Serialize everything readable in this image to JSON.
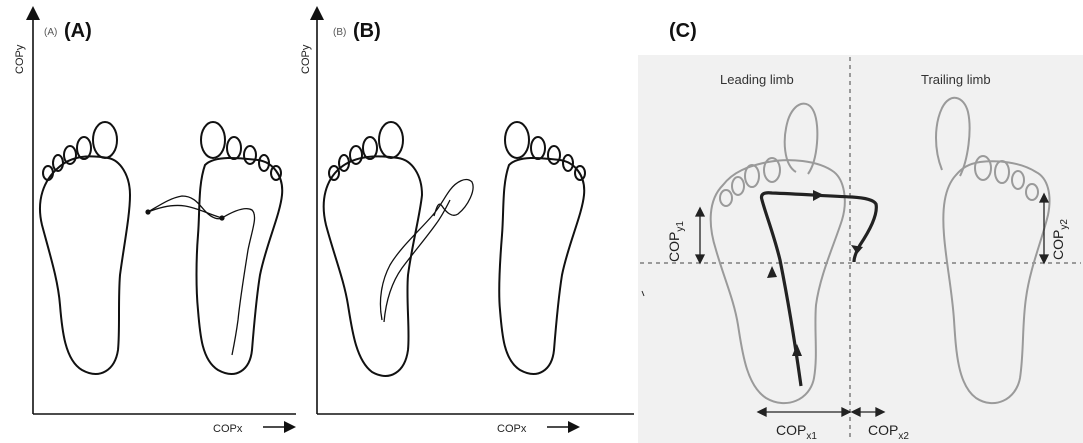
{
  "panel_a": {
    "small_label": "(A)",
    "label": "(A)",
    "y_axis_label": "COPy",
    "x_axis_label": "COPx"
  },
  "panel_b": {
    "small_label": "(B)",
    "label": "(B)",
    "y_axis_label": "COPy",
    "x_axis_label": "COPx"
  },
  "panel_c": {
    "label": "(C)",
    "leading_limb": "Leading limb",
    "trailing_limb": "Trailing limb",
    "cop_y1": {
      "base": "COP",
      "sub": "y1"
    },
    "cop_y2": {
      "base": "COP",
      "sub": "y2"
    },
    "cop_x1": {
      "base": "COP",
      "sub": "x1"
    },
    "cop_x2": {
      "base": "COP",
      "sub": "x2"
    }
  },
  "colors": {
    "outline_dark": "#111111",
    "outline_gray": "#999999",
    "panel_c_background": "#f1f1f1"
  }
}
